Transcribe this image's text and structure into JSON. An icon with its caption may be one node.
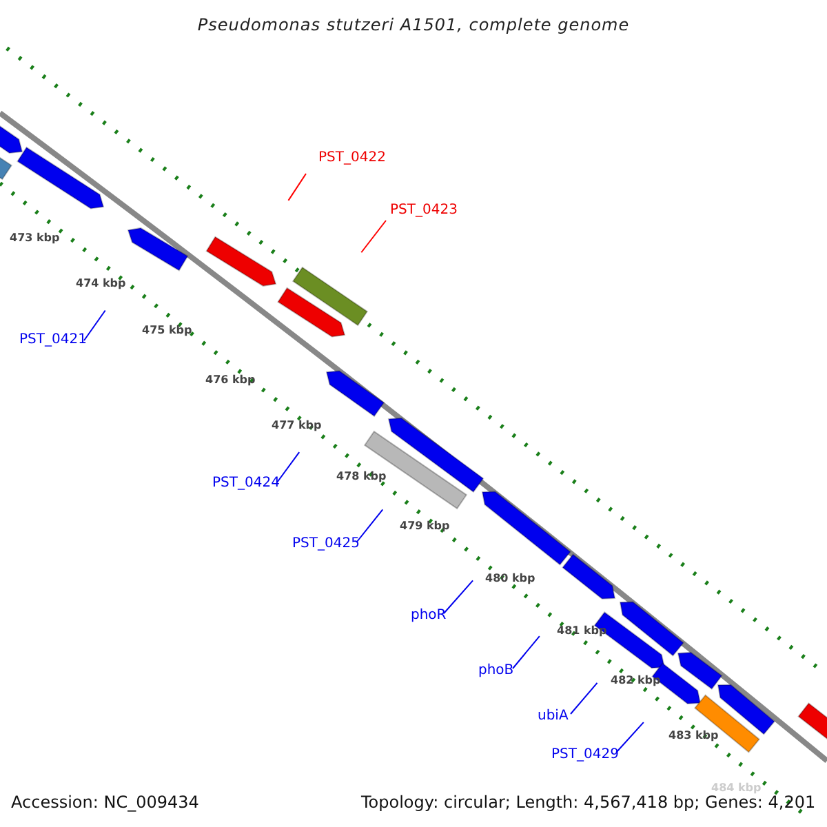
{
  "diagram": {
    "title": "Pseudomonas stutzeri A1501, complete genome",
    "nodes": [
      {
        "text": [
          "PST_0421"
        ]
      },
      {
        "text": [
          "PST_0422"
        ]
      },
      {
        "text": [
          "PST_0423"
        ]
      },
      {
        "text": [
          "PST_0424"
        ]
      },
      {
        "text": [
          "PST_0425"
        ]
      },
      {
        "text": [
          "phoR"
        ]
      },
      {
        "text": [
          "phoB"
        ]
      },
      {
        "text": [
          "ubiA"
        ]
      },
      {
        "text": [
          "PST_0429"
        ]
      }
    ],
    "edges": [
      {
        "from": 0,
        "to": null,
        "arrow": "none"
      },
      {
        "from": 1,
        "to": null,
        "arrow": "none",
        "color": "#ff0000"
      },
      {
        "from": 2,
        "to": null,
        "arrow": "none",
        "color": "#ff0000"
      },
      {
        "from": 3,
        "to": null,
        "arrow": "none"
      },
      {
        "from": 4,
        "to": null,
        "arrow": "none"
      },
      {
        "from": 5,
        "to": null,
        "arrow": "none"
      },
      {
        "from": 6,
        "to": null,
        "arrow": "none"
      },
      {
        "from": 7,
        "to": null,
        "arrow": "none"
      },
      {
        "from": 8,
        "to": null,
        "arrow": "none"
      }
    ],
    "labels": [
      "473 kbp",
      "474 kbp",
      "475 kbp",
      "476 kbp",
      "477 kbp",
      "478 kbp",
      "479 kbp",
      "480 kbp",
      "481 kbp",
      "482 kbp",
      "483 kbp",
      "484 kbp",
      "Accession: NC_009434",
      "Topology: circular; Length: 4,567,418 bp; Genes: 4,201"
    ]
  }
}
